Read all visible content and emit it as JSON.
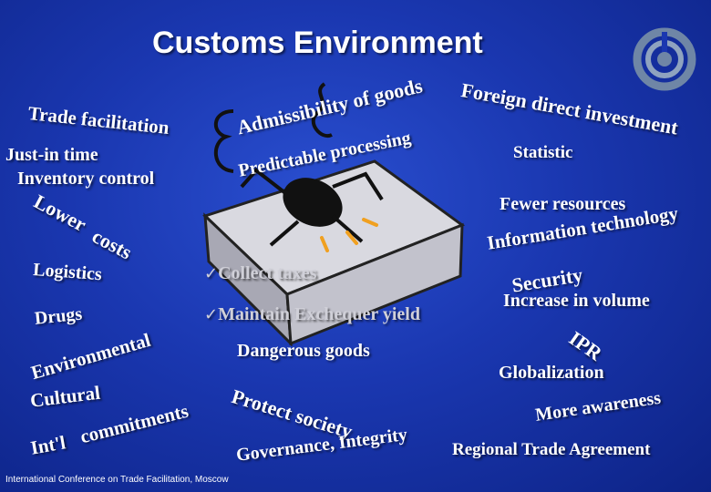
{
  "title": "Customs Environment",
  "footer": "International Conference on Trade Facilitation, Moscow",
  "left": {
    "trade_facilitation": "Trade facilitation",
    "just_in_time": "Just-in time",
    "inventory_control": "Inventory control",
    "lower_costs_1": "Lower",
    "lower_costs_2": "costs",
    "logistics": "Logistics",
    "drugs": "Drugs",
    "environmental": "Environmental",
    "cultural": "Cultural",
    "intl_commitments_1": "Int'l",
    "intl_commitments_2": "commitments"
  },
  "center": {
    "admissibility": "Admissibility of goods",
    "predictable": "Predictable processing",
    "collect_taxes": "Collect taxes",
    "maintain_exchequer": "Maintain Exchequer yield",
    "dangerous_goods": "Dangerous goods",
    "protect_society": "Protect society",
    "governance": "Governance, Integrity"
  },
  "right": {
    "fdi": "Foreign direct investment",
    "statistic": "Statistic",
    "fewer_resources": "Fewer resources",
    "information_technology": "Information technology",
    "security": "Security",
    "increase_volume": "Increase in volume",
    "ipr": "IPR",
    "globalization": "Globalization",
    "more_awareness": "More awareness",
    "regional_trade": "Regional Trade Agreement"
  },
  "check_glyph": "✓",
  "colors": {
    "background": "#1a37b0",
    "text": "#ffffff",
    "desk": "#d9d9e0",
    "figure": "#111111",
    "logo": "#7a8ea8"
  }
}
